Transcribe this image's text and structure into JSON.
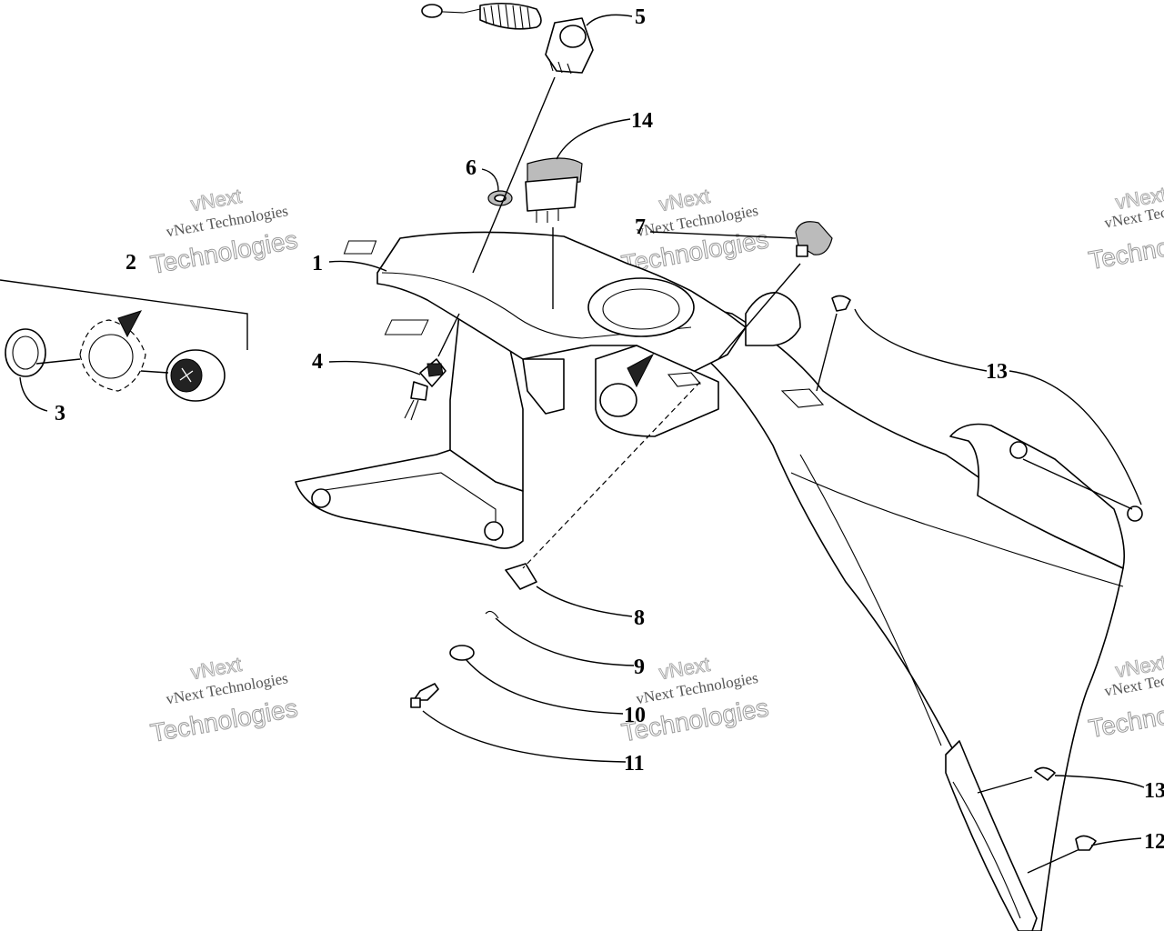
{
  "watermark": {
    "line_small": "vNext",
    "line_mid": "vNext Technologies",
    "line_big": "Technologies"
  },
  "callouts": [
    {
      "id": "1",
      "label": "1"
    },
    {
      "id": "2",
      "label": "2"
    },
    {
      "id": "3",
      "label": "3"
    },
    {
      "id": "4",
      "label": "4"
    },
    {
      "id": "5",
      "label": "5"
    },
    {
      "id": "6",
      "label": "6"
    },
    {
      "id": "7",
      "label": "7"
    },
    {
      "id": "8",
      "label": "8"
    },
    {
      "id": "9",
      "label": "9"
    },
    {
      "id": "10",
      "label": "10"
    },
    {
      "id": "11",
      "label": "11"
    },
    {
      "id": "12",
      "label": "12"
    },
    {
      "id": "13a",
      "label": "13"
    },
    {
      "id": "13b",
      "label": "13"
    },
    {
      "id": "14",
      "label": "14"
    }
  ]
}
